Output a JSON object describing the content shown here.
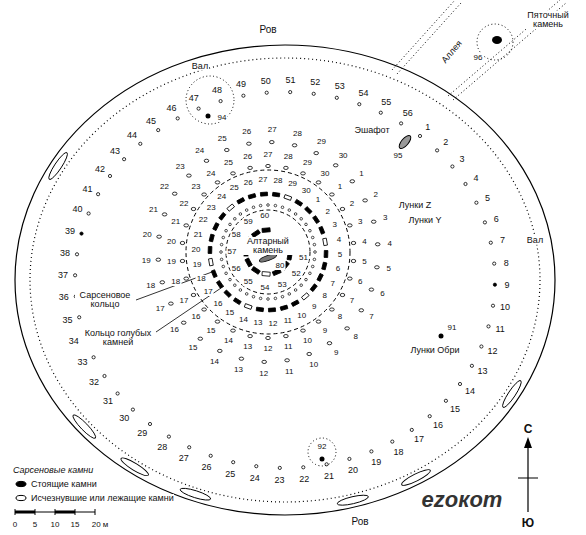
{
  "diagram": {
    "labels": [
      "1",
      "2",
      "3",
      "4",
      "5",
      "6",
      "7",
      "8",
      "9",
      "10",
      "11",
      "12",
      "13",
      "14",
      "15",
      "16",
      "17",
      "18",
      "19",
      "20",
      "21",
      "22",
      "23",
      "24",
      "25",
      "26",
      "27",
      "28",
      "29",
      "30",
      "31",
      "32",
      "33",
      "34",
      "35",
      "36",
      "37",
      "38",
      "39",
      "40",
      "41",
      "42",
      "43",
      "44",
      "45",
      "46",
      "47",
      "48",
      "49",
      "50",
      "51",
      "52",
      "53",
      "54",
      "55",
      "56",
      "1",
      "2",
      "3",
      "4",
      "5",
      "6",
      "7",
      "8",
      "9",
      "10",
      "11",
      "12",
      "13",
      "14",
      "15",
      "16",
      "17",
      "18",
      "19",
      "20",
      "21",
      "22",
      "23",
      "24",
      "25",
      "26",
      "27",
      "28",
      "29",
      "30",
      "1",
      "2",
      "3",
      "4",
      "5",
      "6",
      "7",
      "8",
      "9",
      "10",
      "11",
      "12",
      "13",
      "14",
      "15",
      "16",
      "17",
      "18",
      "19",
      "20",
      "21",
      "22",
      "23",
      "24",
      "25",
      "26",
      "27",
      "28",
      "29",
      "30",
      "1",
      "2",
      "3",
      "4",
      "5",
      "6",
      "7",
      "8",
      "9",
      "10",
      "11",
      "12",
      "13",
      "14",
      "15",
      "16",
      "17",
      "18",
      "19",
      "20",
      "21",
      "22",
      "23",
      "24",
      "25",
      "26",
      "27",
      "28",
      "29",
      "30",
      "51",
      "52",
      "53",
      "54",
      "55",
      "56",
      "57",
      "58",
      "59",
      "60",
      "80",
      "91",
      "92",
      "94",
      "95",
      "96",
      "Пяточный камень",
      "Аллея",
      "Эшафот",
      "Ров",
      "Ров",
      "Вал",
      "Вал",
      "Лунки Z",
      "Лунки Y",
      "Алтарный камень",
      "Сарсеновое кольцо",
      "Кольцо голубых камней",
      "Лунки Обри",
      "С",
      "Ю",
      "Сарсеновые камни",
      "0",
      "5",
      "10",
      "15",
      "20 м",
      "ezoкот"
    ],
    "legend": [
      {
        "text": "Стоящие камни"
      },
      {
        "text": "Исчезнувшие или лежащие камни"
      }
    ]
  }
}
